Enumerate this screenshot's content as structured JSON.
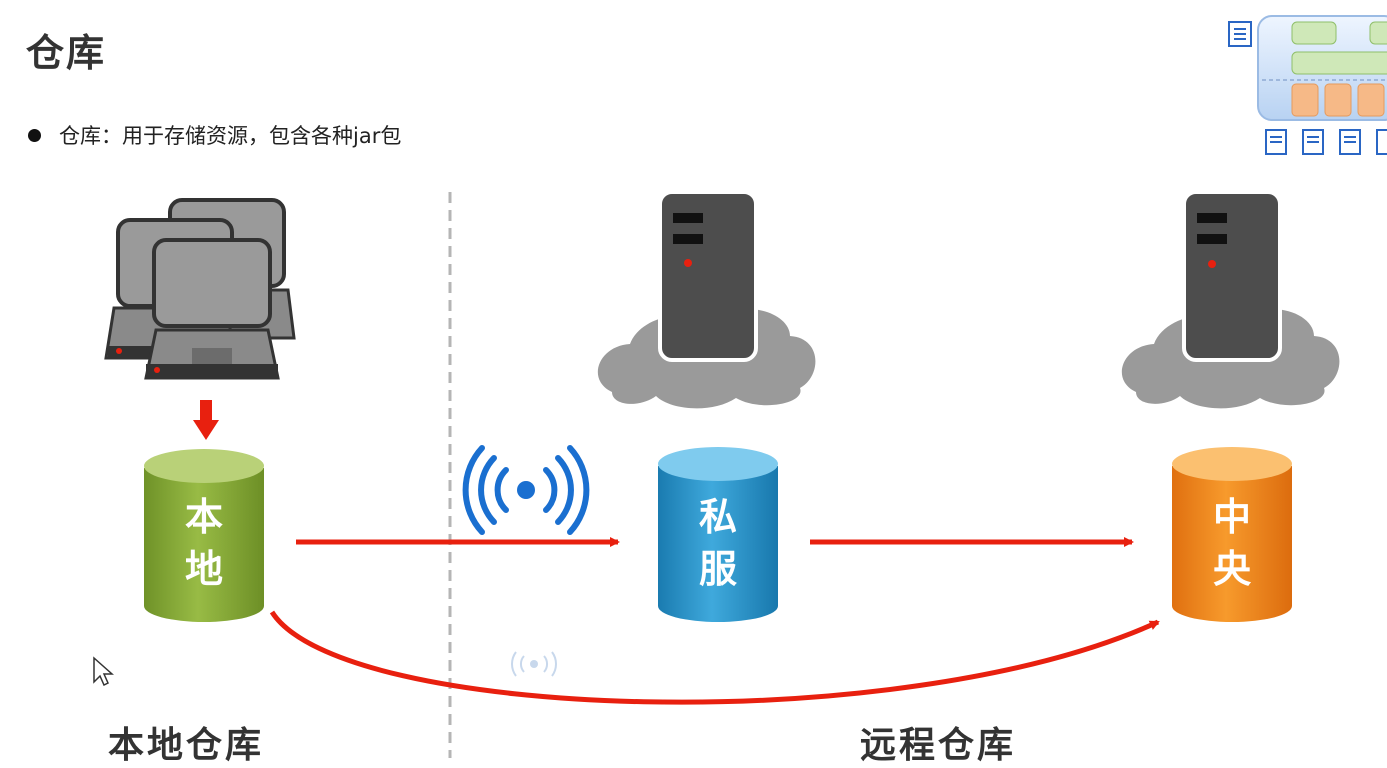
{
  "page": {
    "title": "仓库",
    "bullet": "仓库：用于存储资源，包含各种jar包"
  },
  "diagram": {
    "local_repo": {
      "line1": "本",
      "line2": "地",
      "color": "#86a93a"
    },
    "private_repo": {
      "line1": "私",
      "line2": "服",
      "color": "#2a97c9"
    },
    "central_repo": {
      "line1": "中",
      "line2": "央",
      "color": "#f08a1c"
    },
    "left_caption": "本地仓库",
    "right_caption": "远程仓库",
    "arrow_color": "#e8200f"
  }
}
